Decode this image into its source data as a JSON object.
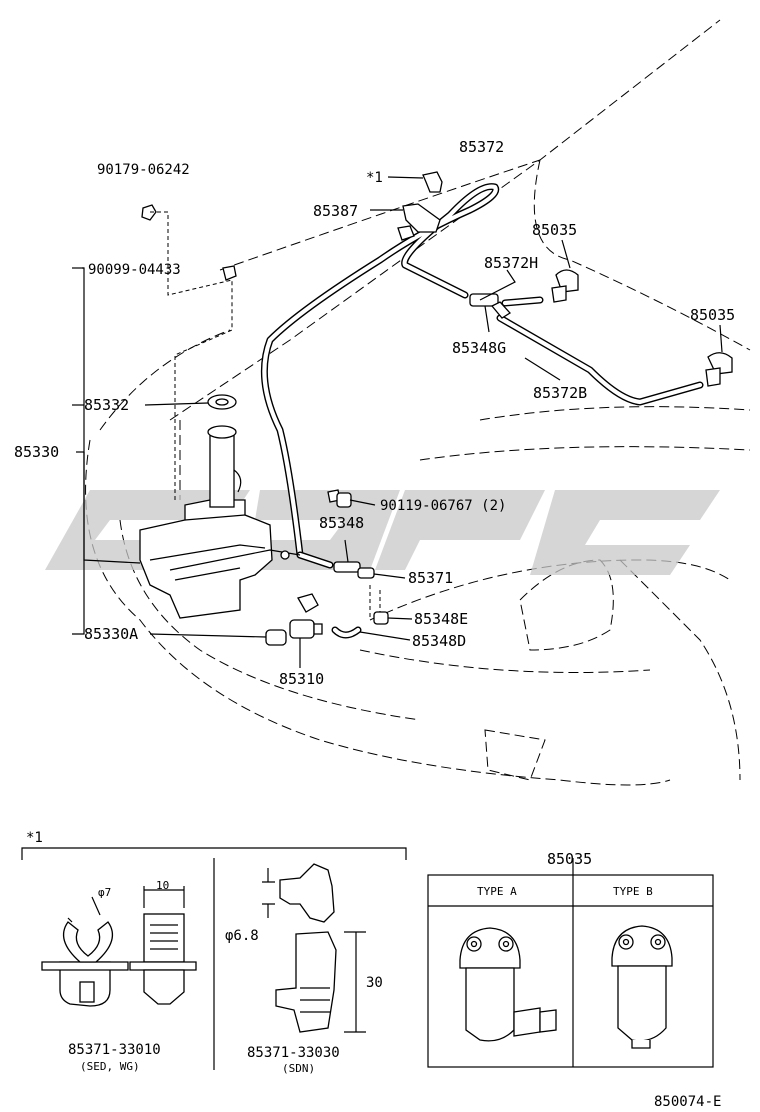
{
  "labels": {
    "p_90179": "90179-06242",
    "p_star1": "*1",
    "p_85372": "85372",
    "p_85387": "85387",
    "p_85035_a": "85035",
    "p_90099": "90099-04433",
    "p_85372H": "85372H",
    "p_85035_b": "85035",
    "p_85348G": "85348G",
    "p_85372B": "85372B",
    "p_85332": "85332",
    "p_85330": "85330",
    "p_90119": "90119-06767 (2)",
    "p_85348": "85348",
    "p_85371": "85371",
    "p_85348E": "85348E",
    "p_85330A": "85330A",
    "p_85348D": "85348D",
    "p_85310": "85310"
  },
  "detail_clip": {
    "marker": "*1",
    "dim_phi7": "φ7",
    "dim_10": "10",
    "dim_phi68": "φ6.8",
    "dim_30": "30",
    "part_a": "85371-33010",
    "part_a_note": "(SED, WG)",
    "part_b": "85371-33030",
    "part_b_note": "(SDN)"
  },
  "detail_nozzle": {
    "title": "85035",
    "type_a": "TYPE A",
    "type_b": "TYPE B"
  },
  "diagram_code": "850074-E"
}
